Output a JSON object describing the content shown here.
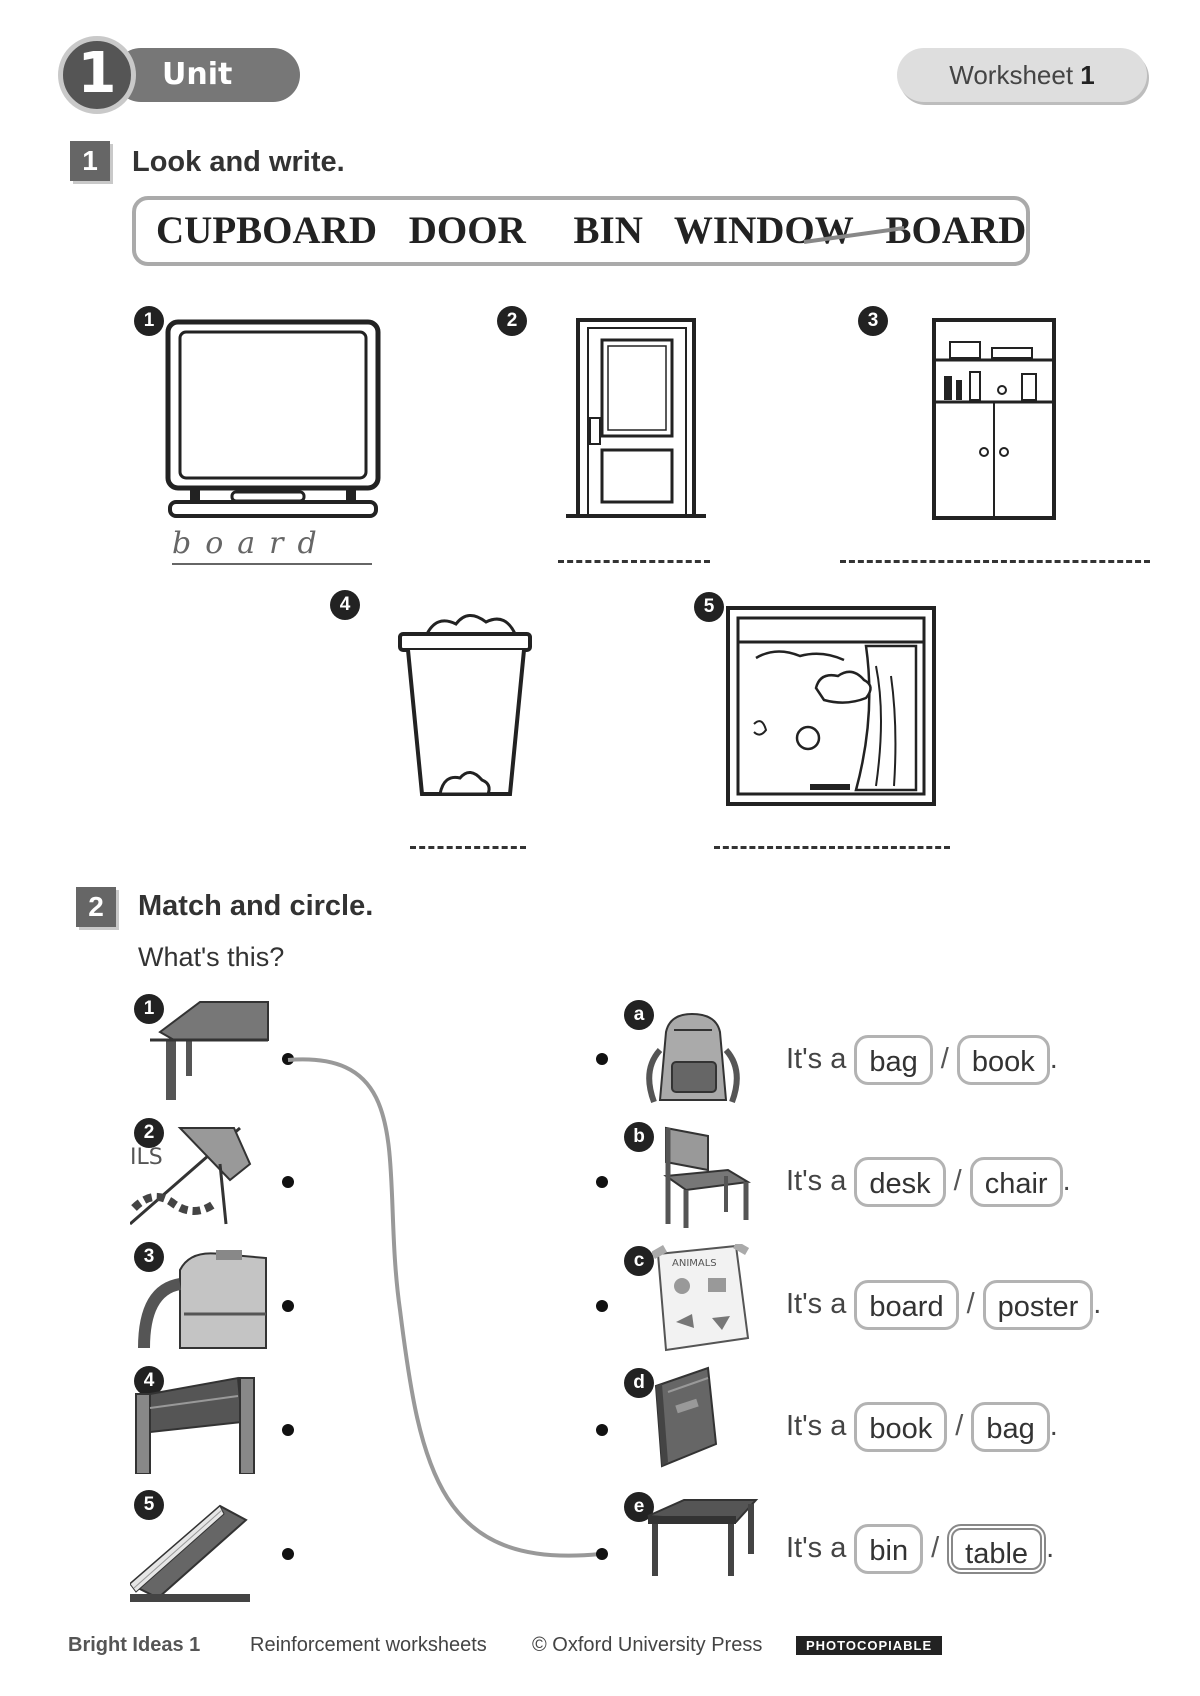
{
  "header": {
    "unit_number": "1",
    "unit_label": "Unit",
    "worksheet_label": "Worksheet",
    "worksheet_number": "1"
  },
  "exercise1": {
    "number": "1",
    "instruction": "Look and write.",
    "words": [
      "CUPBOARD",
      "DOOR",
      "BIN",
      "WINDOW",
      "BOARD"
    ],
    "items": [
      {
        "number": "1",
        "picture": "board-icon",
        "answer": "board"
      },
      {
        "number": "2",
        "picture": "door-icon",
        "answer": ""
      },
      {
        "number": "3",
        "picture": "cupboard-icon",
        "answer": ""
      },
      {
        "number": "4",
        "picture": "bin-icon",
        "answer": ""
      },
      {
        "number": "5",
        "picture": "window-icon",
        "answer": ""
      }
    ]
  },
  "exercise2": {
    "number": "2",
    "instruction": "Match and circle.",
    "question": "What's this?",
    "left_items": [
      "1",
      "2",
      "3",
      "4",
      "5"
    ],
    "right_items": [
      {
        "letter": "a",
        "prefix": "It's a",
        "option1": "bag",
        "option2": "book",
        "end": "."
      },
      {
        "letter": "b",
        "prefix": "It's a",
        "option1": "desk",
        "option2": "chair",
        "end": "."
      },
      {
        "letter": "c",
        "prefix": "It's a",
        "option1": "board",
        "option2": "poster",
        "end": "."
      },
      {
        "letter": "d",
        "prefix": "It's a",
        "option1": "book",
        "option2": "bag",
        "end": "."
      },
      {
        "letter": "e",
        "prefix": "It's a",
        "option1": "bin",
        "option2": "table",
        "end": "."
      }
    ],
    "slash": "/",
    "poster_text": "ANIMALS"
  },
  "footer": {
    "brand": "Bright Ideas 1",
    "worksheets": "Reinforcement worksheets",
    "copyright": "© Oxford University Press",
    "photocopiable": "PHOTOCOPIABLE"
  }
}
